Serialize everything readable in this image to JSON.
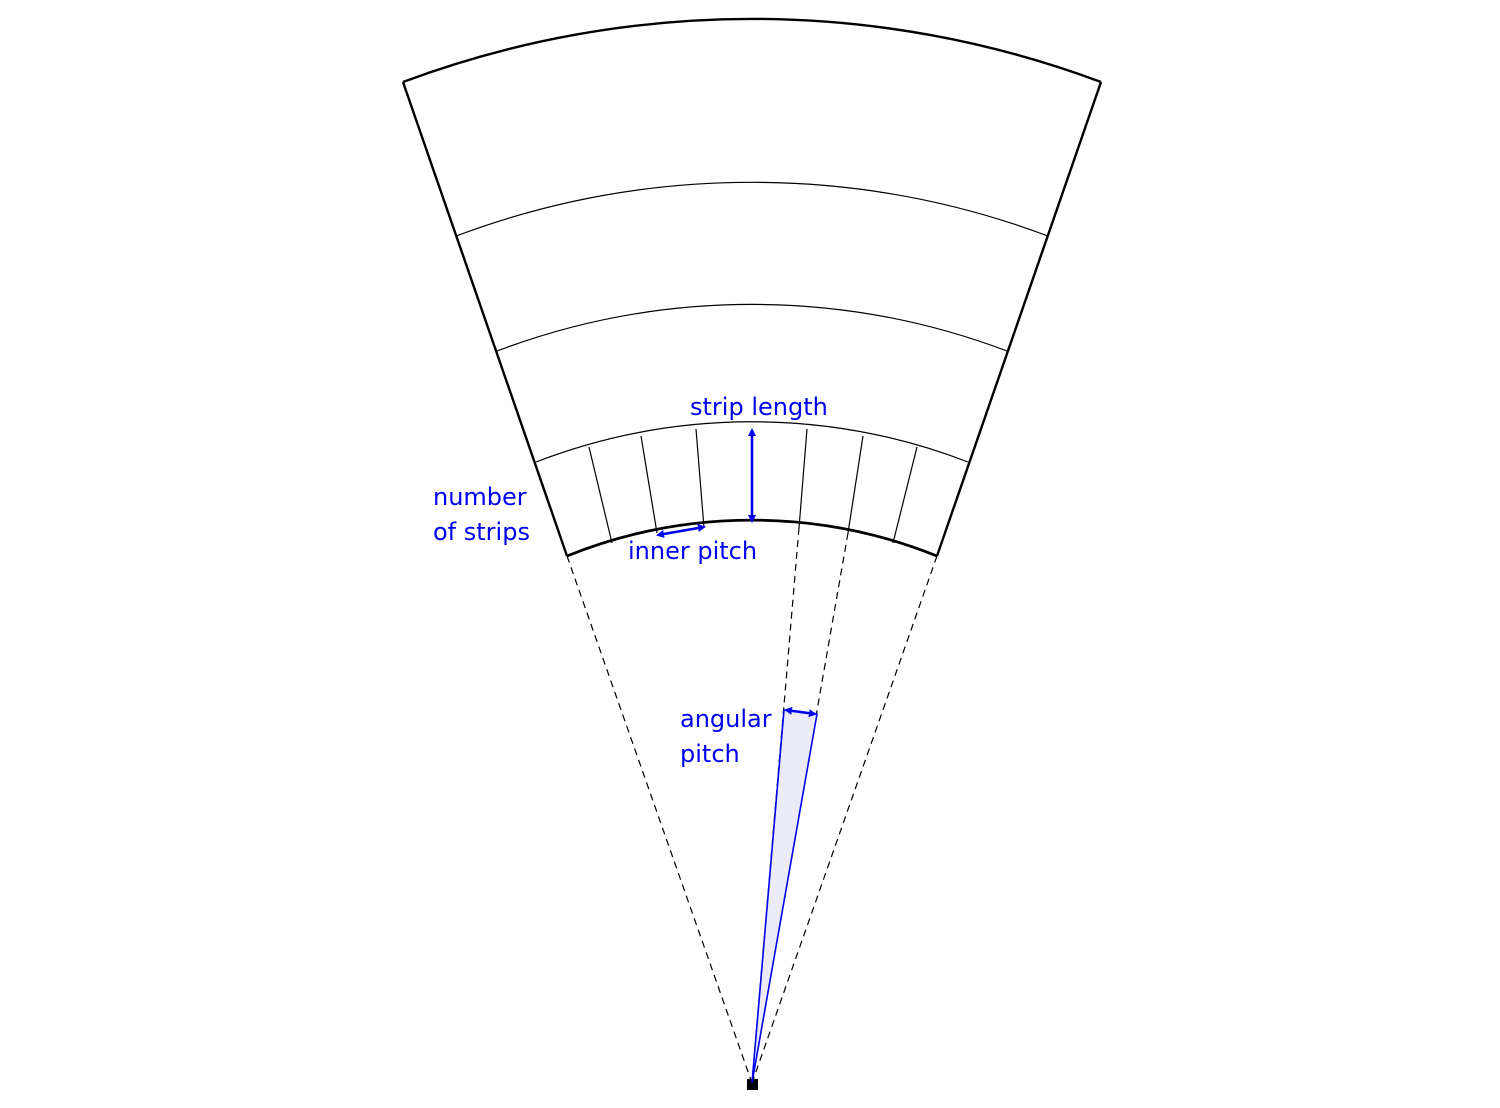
{
  "diagram": {
    "labels": {
      "strip_length": "strip length",
      "number_of_strips_line1": "number",
      "number_of_strips_line2": "of strips",
      "inner_pitch": "inner pitch",
      "angular_pitch_line1": "angular",
      "angular_pitch_line2": "pitch"
    },
    "structure": {
      "sector_rows": 4,
      "strips_in_innermost_row": 8
    },
    "colors": {
      "outline": "#000000",
      "annotation": "#0000ee",
      "angle_fill": "#ebebfa"
    }
  }
}
